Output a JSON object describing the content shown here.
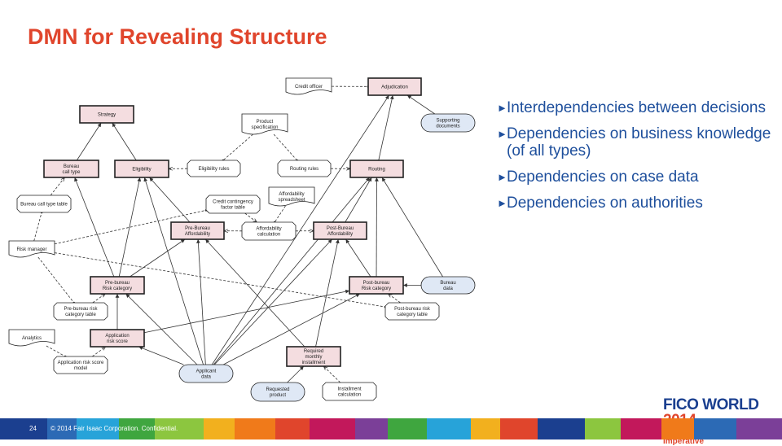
{
  "slide": {
    "title": "DMN for Revealing Structure",
    "bullets": [
      "Interdependencies between decisions",
      "Dependencies on business knowledge (of all types)",
      "Dependencies on case data",
      "Dependencies on authorities"
    ]
  },
  "diagram": {
    "decisions": {
      "adjudication": [
        "Adjudication"
      ],
      "strategy": [
        "Strategy"
      ],
      "bureau_call_type": [
        "Bureau",
        "call type"
      ],
      "eligibility": [
        "Eligibility"
      ],
      "routing": [
        "Routing"
      ],
      "pre_bureau_affordability": [
        "Pre-Bureau",
        "Affordability"
      ],
      "post_bureau_affordability": [
        "Post-Bureau",
        "Affordability"
      ],
      "pre_bureau_risk_category": [
        "Pre-bureau",
        "Risk category"
      ],
      "post_bureau_risk_category": [
        "Post-bureau",
        "Risk category"
      ],
      "application_risk_score": [
        "Application",
        "risk score"
      ],
      "required_monthly_installment": [
        "Required",
        "monthly",
        "installment"
      ]
    },
    "knowledge_sources": {
      "credit_officer": [
        "Credit officer"
      ],
      "product_specification": [
        "Product",
        "specification"
      ],
      "affordability_spreadsheet": [
        "Affordability",
        "spreadsheet"
      ],
      "risk_manager": [
        "Risk manager"
      ],
      "analytics": [
        "Analytics"
      ]
    },
    "business_knowledge": {
      "eligibility_rules": [
        "Eligibility rules"
      ],
      "routing_rules": [
        "Routing rules"
      ],
      "bureau_call_type_table": [
        "Bureau call type table"
      ],
      "credit_contingency_factor_table": [
        "Credit contingency",
        "factor table"
      ],
      "affordability_calculation": [
        "Affordability",
        "calculation"
      ],
      "pre_bureau_risk_category_table": [
        "Pre-bureau risk",
        "category table"
      ],
      "post_bureau_risk_category_table": [
        "Post-bureau risk",
        "category table"
      ],
      "application_risk_score_model": [
        "Application risk score",
        "model"
      ],
      "installment_calculation": [
        "Installment",
        "calculation"
      ]
    },
    "input_data": {
      "supporting_documents": [
        "Supporting",
        "documents"
      ],
      "bureau_data": [
        "Bureau",
        "data"
      ],
      "applicant_data": [
        "Applicant",
        "data"
      ],
      "requested_product": [
        "Requested",
        "product"
      ]
    }
  },
  "footer": {
    "page_number": "24",
    "copyright": "© 2014 Fair Isaac Corporation. Confidential.",
    "logo_main": "FICO WORLD",
    "logo_year": "2014",
    "logo_tagline": "The New Customer Imperative"
  },
  "colors": {
    "title": "#e0452c",
    "bullet_text": "#1e4f9c",
    "decision_fill": "#f4dde0",
    "input_fill": "#dfe8f5",
    "logo_blue": "#1a3f8f"
  }
}
